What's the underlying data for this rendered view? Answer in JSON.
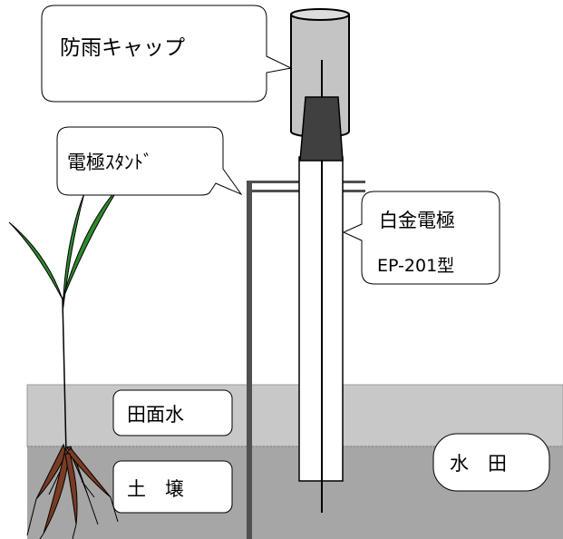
{
  "labels": {
    "rain_cap": "防雨キャップ",
    "electrode_stand": "電極ｽﾀﾝﾄﾞ",
    "platinum_electrode_line1": "白金電極",
    "platinum_electrode_line2": "EP-201型",
    "surface_water": "田面水",
    "soil": "土　壌",
    "paddy_field": "水　田"
  },
  "colors": {
    "surface_water": "#c8c8c8",
    "soil": "#a6a6a6",
    "cap": "#c4c4c4",
    "stopper": "#404040",
    "stand": "#505050",
    "leaf": "#2e8b2e",
    "root": "#7a3b24"
  }
}
